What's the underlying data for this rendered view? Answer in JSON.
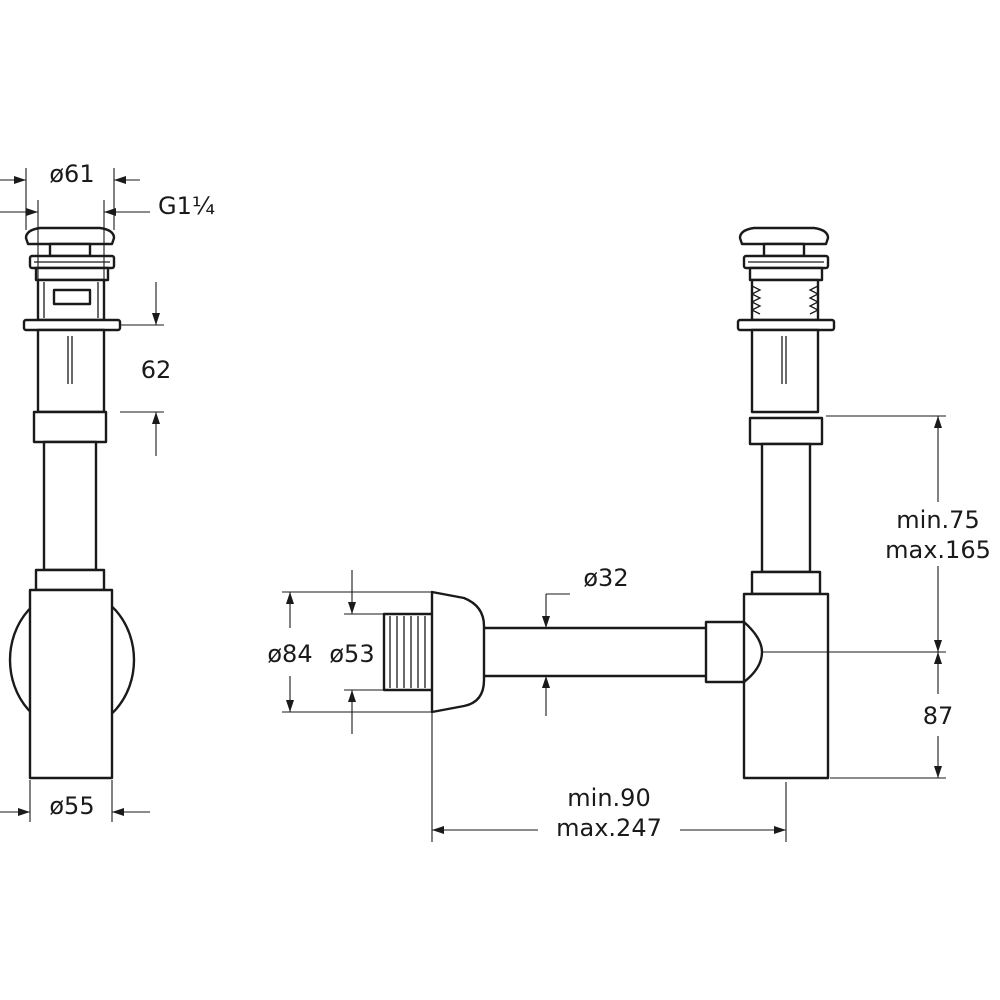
{
  "drawing": {
    "line_color": "#1a1a1a",
    "background": "#ffffff"
  },
  "labels": {
    "dia_61": "ø61",
    "thread": "G1¼",
    "height_62": "62",
    "dia_55": "ø55",
    "dia_84": "ø84",
    "dia_53": "ø53",
    "dia_32": "ø32",
    "min_75": "min.75",
    "max_165": "max.165",
    "height_87": "87",
    "min_90": "min.90",
    "max_247": "max.247"
  }
}
